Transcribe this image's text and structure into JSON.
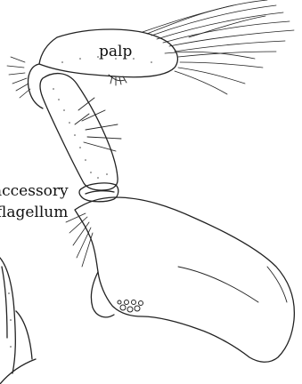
{
  "labels": {
    "palp": "palp",
    "accessory_line1": "accessory",
    "accessory_line2": "flagellum"
  }
}
